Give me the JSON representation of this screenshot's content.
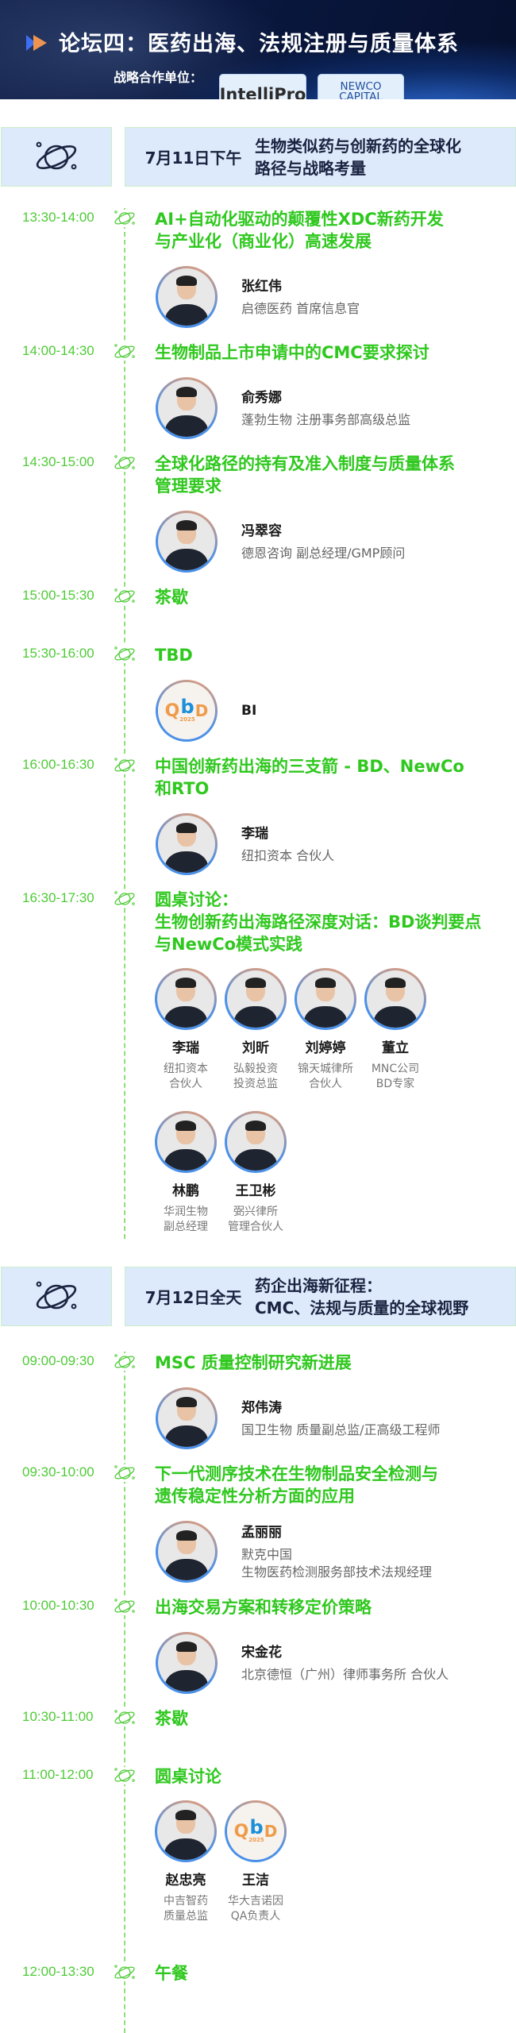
{
  "banner": {
    "title": "论坛四：医药出海、法规注册与质量体系",
    "partner_label": "战略合作单位：",
    "partners": [
      "IntelliPro",
      "NEWCO\nCAPITAL"
    ]
  },
  "colors": {
    "accent_green": "#2fc81e",
    "time_green": "#4ecb36",
    "header_bg": "#ddeafb",
    "navy": "#0a1840"
  },
  "sections": [
    {
      "date": "7月11日下午",
      "theme": "生物类似药与创新药的全球化\n路径与战略考量",
      "items": [
        {
          "time": "13:30-14:00",
          "title": "AI+自动化驱动的颠覆性XDC新药开发\n与产业化（商业化）高速发展",
          "speakers": [
            {
              "name": "张红伟",
              "org": "启德医药 首席信息官"
            }
          ]
        },
        {
          "time": "14:00-14:30",
          "title": "生物制品上市申请中的CMC要求探讨",
          "speakers": [
            {
              "name": "俞秀娜",
              "org": "蓬勃生物 注册事务部高级总监"
            }
          ]
        },
        {
          "time": "14:30-15:00",
          "title": "全球化路径的持有及准入制度与质量体系\n管理要求",
          "speakers": [
            {
              "name": "冯翠容",
              "org": "德恩咨询 副总经理/GMP顾问"
            }
          ]
        },
        {
          "time": "15:00-15:30",
          "title": "茶歇",
          "speakers": []
        },
        {
          "time": "15:30-16:00",
          "title": "TBD",
          "speakers": [
            {
              "name": "BI",
              "org": "",
              "logo": true
            }
          ]
        },
        {
          "time": "16:00-16:30",
          "title": "中国创新药出海的三支箭 - BD、NewCo\n和RTO",
          "speakers": [
            {
              "name": "李瑞",
              "org": "纽扣资本 合伙人"
            }
          ]
        },
        {
          "time": "16:30-17:30",
          "title": "圆桌讨论：\n生物创新药出海路径深度对话：BD谈判要点\n与NewCo模式实践",
          "panel": [
            {
              "name": "李瑞",
              "org": "纽扣资本\n合伙人"
            },
            {
              "name": "刘昕",
              "org": "弘毅投资\n投资总监"
            },
            {
              "name": "刘婷婷",
              "org": "锦天城律所\n合伙人"
            },
            {
              "name": "董立",
              "org": "MNC公司\nBD专家"
            },
            {
              "name": "林鹏",
              "org": "华润生物\n副总经理"
            },
            {
              "name": "王卫彬",
              "org": "弼兴律所\n管理合伙人"
            }
          ]
        }
      ]
    },
    {
      "date": "7月12日全天",
      "theme": "药企出海新征程：\nCMC、法规与质量的全球视野",
      "items": [
        {
          "time": "09:00-09:30",
          "title": "MSC 质量控制研究新进展",
          "speakers": [
            {
              "name": "郑伟涛",
              "org": "国卫生物 质量副总监/正高级工程师"
            }
          ]
        },
        {
          "time": "09:30-10:00",
          "title": "下一代测序技术在生物制品安全检测与\n遗传稳定性分析方面的应用",
          "speakers": [
            {
              "name": "孟丽丽",
              "org": "默克中国\n生物医药检测服务部技术法规经理"
            }
          ]
        },
        {
          "time": "10:00-10:30",
          "title": "出海交易方案和转移定价策略",
          "speakers": [
            {
              "name": "宋金花",
              "org": "北京德恒（广州）律师事务所 合伙人"
            }
          ]
        },
        {
          "time": "10:30-11:00",
          "title": "茶歇",
          "speakers": []
        },
        {
          "time": "11:00-12:00",
          "title": "圆桌讨论",
          "panel": [
            {
              "name": "赵忠亮",
              "org": "中吉智药\n质量总监"
            },
            {
              "name": "王洁",
              "org": "华大吉诺因\nQA负责人",
              "logo": true
            }
          ]
        },
        {
          "time": "12:00-13:30",
          "title": "午餐",
          "speakers": []
        }
      ]
    }
  ],
  "logo_placeholder": {
    "letters": [
      "Q",
      "b",
      "2025",
      "D"
    ]
  }
}
